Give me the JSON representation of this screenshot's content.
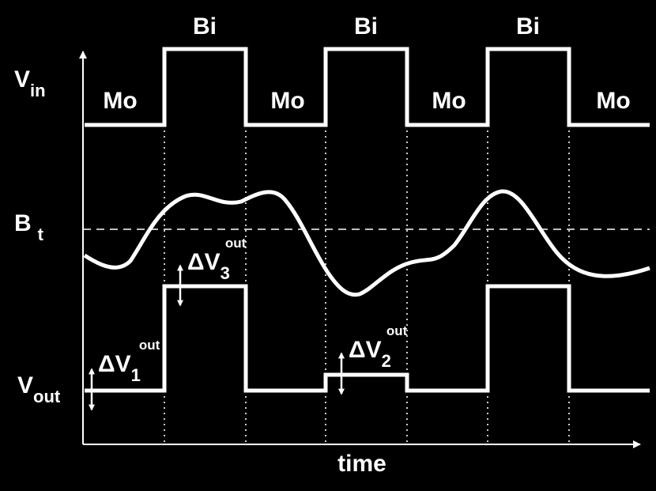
{
  "colors": {
    "background": "#000000",
    "foreground": "#ffffff"
  },
  "labels": {
    "vin_main": "V",
    "vin_sub": "in",
    "bt_main": "B",
    "bt_sub": "t",
    "vout_main": "V",
    "vout_sub": "out",
    "time": "time"
  },
  "segments": {
    "mo": [
      "Mo",
      "Mo",
      "Mo",
      "Mo"
    ],
    "bi": [
      "Bi",
      "Bi",
      "Bi"
    ]
  },
  "deltas": [
    {
      "symbol": "ΔV",
      "sub": "1",
      "sup": "out"
    },
    {
      "symbol": "ΔV",
      "sub": "2",
      "sup": "out"
    },
    {
      "symbol": "ΔV",
      "sub": "3",
      "sup": "out"
    }
  ]
}
